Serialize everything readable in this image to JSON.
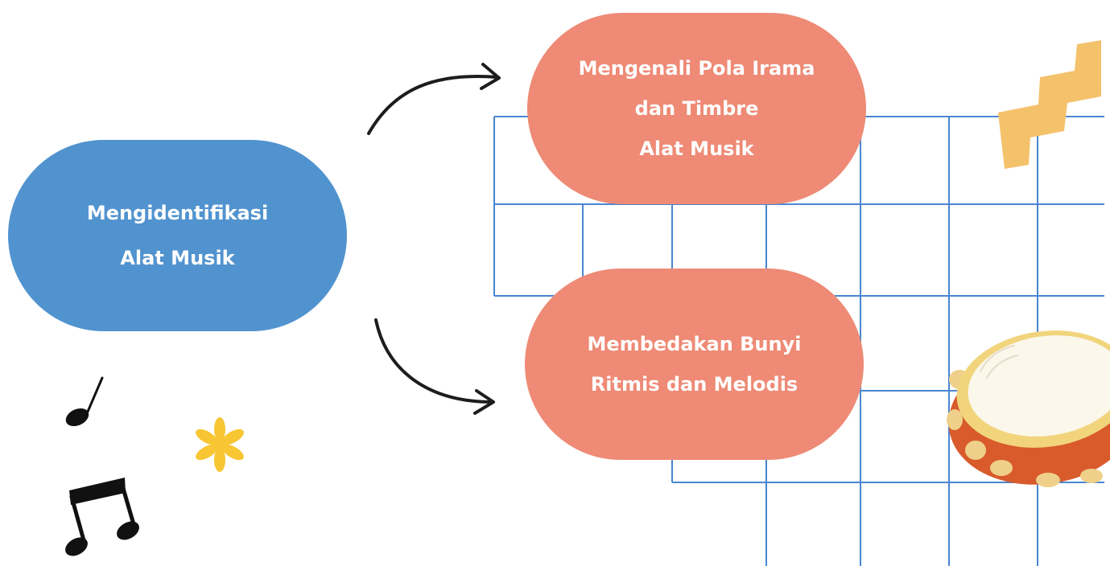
{
  "main_node": {
    "line1": "Mengidentifikasi",
    "line2": "Alat Musik",
    "color": "#5193cf"
  },
  "branch_top": {
    "line1": "Mengenali Pola Irama",
    "line2": "dan Timbre",
    "line3": "Alat Musik",
    "color": "#ee8a75"
  },
  "branch_bottom": {
    "line1": "Membedakan Bunyi",
    "line2": "Ritmis dan Melodis",
    "color": "#ee8a75"
  },
  "decorations": {
    "grid_color": "#4a86d2",
    "zigzag_color": "#f4c26b",
    "asterisk_color": "#f8c633",
    "icons": [
      "quarter-note-icon",
      "beamed-notes-icon",
      "asterisk-flower-icon",
      "zigzag-icon",
      "tambourine-icon"
    ]
  }
}
